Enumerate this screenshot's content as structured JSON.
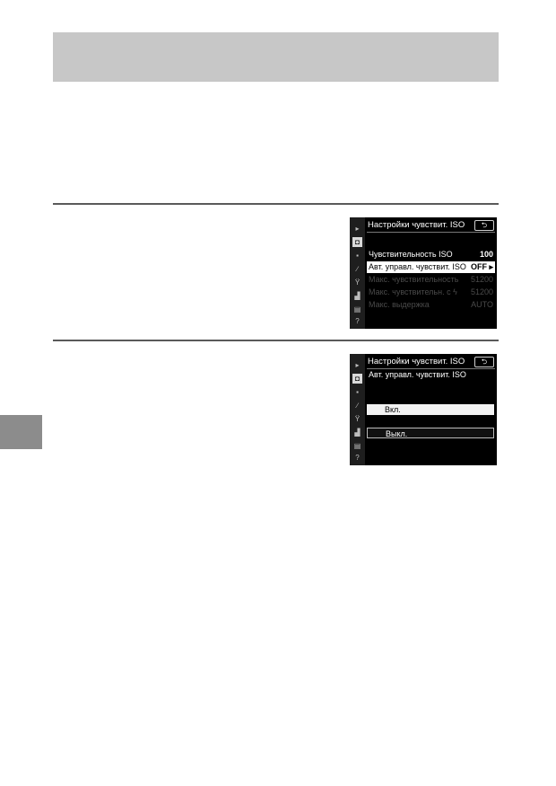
{
  "screen1": {
    "title": "Настройки чувствит. ISO",
    "back_symbol": "⮌",
    "sidebar_icons": [
      "playback-icon",
      "camera-icon",
      "movie-icon",
      "pencil-icon",
      "wrench-icon",
      "retouch-icon",
      "my-menu-icon",
      "help-icon"
    ],
    "rows": [
      {
        "label": "Чувствительность ISO",
        "value": "100"
      },
      {
        "label": "Авт. управл. чувствит. ISO",
        "value": "OFF ▸"
      },
      {
        "label": "Макс. чувствительность",
        "value": "51200"
      },
      {
        "label": "Макс. чувствительн. с ϟ",
        "value": "51200"
      },
      {
        "label": "Макс. выдержка",
        "value": "AUTO"
      }
    ]
  },
  "screen2": {
    "title": "Настройки чувствит. ISO",
    "back_symbol": "⮌",
    "subtitle": "Авт. управл. чувствит. ISO",
    "options": [
      {
        "label": "Вкл."
      },
      {
        "label": "Выкл."
      }
    ]
  },
  "icons": {
    "playback": "▸",
    "camera": "◘",
    "movie": "▪",
    "pencil": "∕",
    "wrench": "Ÿ",
    "retouch": "▟",
    "mymenu": "▤",
    "help": "?"
  }
}
